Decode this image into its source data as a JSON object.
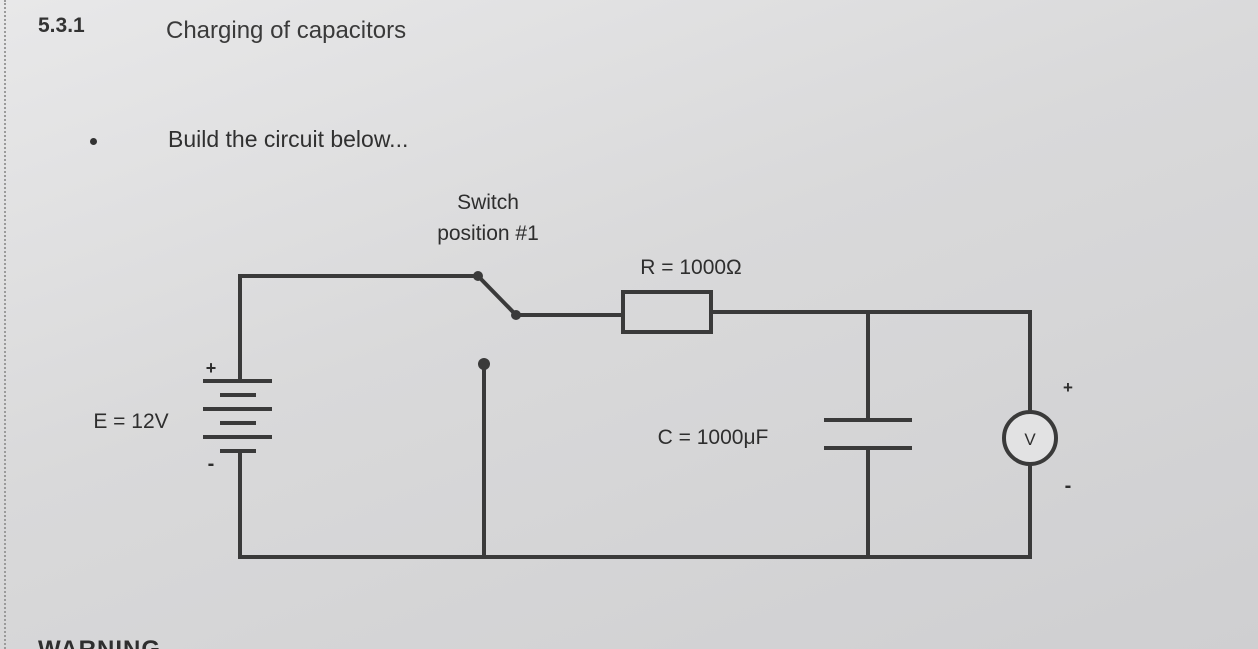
{
  "section": {
    "number": "5.3.1",
    "title": "Charging of capacitors"
  },
  "instruction": "Build the circuit below...",
  "circuit": {
    "switch_label_line1": "Switch",
    "switch_label_line2": "position #1",
    "resistor_label": "R = 1000Ω",
    "capacitor_label": "C = 1000μF",
    "battery_label": "E = 12V",
    "battery_plus": "+",
    "battery_minus": "-",
    "voltmeter_symbol": "V",
    "voltmeter_plus": "+",
    "voltmeter_minus": "-"
  },
  "warning_partial": "WARNING"
}
